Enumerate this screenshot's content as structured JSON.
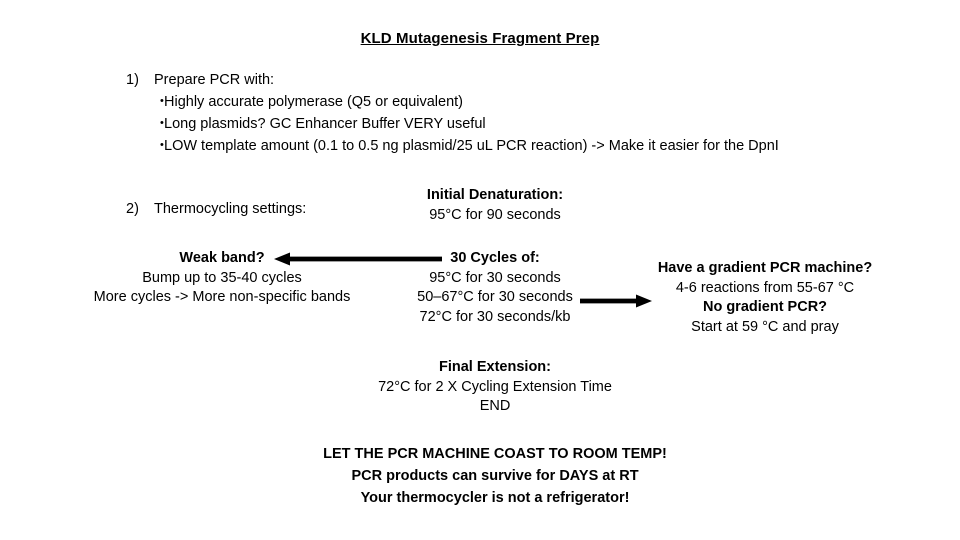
{
  "title": "KLD Mutagenesis Fragment Prep",
  "section1": {
    "number": "1)",
    "heading": "Prepare PCR with:",
    "bullets": [
      "Highly accurate polymerase (Q5 or equivalent)",
      "Long plasmids? GC Enhancer Buffer VERY useful",
      "LOW template amount (0.1 to 0.5 ng plasmid/25 uL PCR reaction) -> Make it easier for the DpnI"
    ]
  },
  "section2": {
    "number": "2)",
    "heading": "Thermocycling settings:"
  },
  "initial_denaturation": {
    "heading": "Initial Denaturation:",
    "lines": [
      "95°C for 90 seconds"
    ]
  },
  "cycles": {
    "heading": "30 Cycles of:",
    "lines": [
      "95°C for 30 seconds",
      "50–67°C for 30 seconds",
      "72°C for 30 seconds/kb"
    ]
  },
  "weak_band": {
    "heading": "Weak band?",
    "lines": [
      "Bump up to 35-40 cycles",
      "More cycles -> More non-specific bands"
    ]
  },
  "gradient": {
    "heading": "Have a gradient PCR machine?",
    "line1": "4-6 reactions from 55-67 °C",
    "heading2": "No gradient PCR?",
    "line2": "Start at 59 °C and pray"
  },
  "final_extension": {
    "heading": "Final Extension:",
    "lines": [
      "72°C for 2 X Cycling Extension Time",
      "END"
    ]
  },
  "coast": {
    "lines": [
      "LET THE PCR MACHINE COAST TO ROOM TEMP!",
      "PCR products can survive for DAYS at RT",
      "Your thermocycler is not a refrigerator!"
    ]
  },
  "arrows": {
    "to_weak_band": "arrow-left",
    "to_gradient": "arrow-right",
    "color": "#000000"
  }
}
